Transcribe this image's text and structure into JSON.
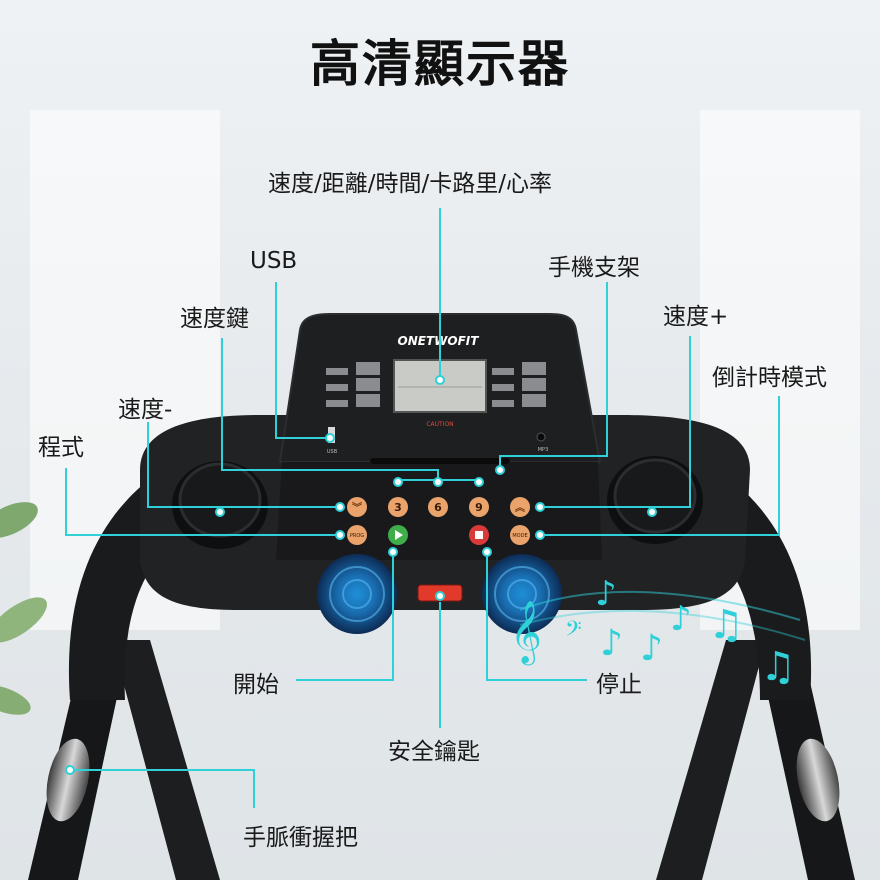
{
  "title": "高清顯示器",
  "callouts": {
    "display_metrics": "速度/距離/時間/卡路里/心率",
    "usb": "USB",
    "phone_holder": "手機支架",
    "speed_keys": "速度鍵",
    "speed_plus": "速度+",
    "speed_minus": "速度-",
    "countdown_mode": "倒計時模式",
    "program": "程式",
    "start": "開始",
    "stop": "停止",
    "safety_key": "安全鑰匙",
    "pulse_grip": "手脈衝握把"
  },
  "console": {
    "brand": "ONETWOFIT",
    "caution": "CAUTION",
    "usb_port_label": "USB",
    "mp3_label": "MP3",
    "speed_buttons": [
      "3",
      "6",
      "9"
    ],
    "program_button": "PROG",
    "mode_button": "MODE"
  },
  "colors": {
    "accent": "#2fd0d8",
    "console": "#1b1c1e",
    "button_orange": "#e9a36b",
    "start_green": "#3fae4a",
    "stop_red": "#d93b3b",
    "safety_red": "#e23a2a"
  }
}
